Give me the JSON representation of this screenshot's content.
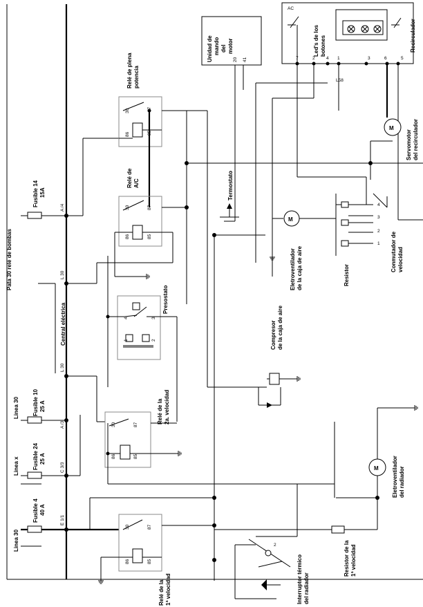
{
  "labels": {
    "pata30": "Pata 30 relé de bombas",
    "linea30_top": "Linea 30",
    "linea30_bottom": "Linea 30",
    "linea_x": "Linea x",
    "fusible14": [
      "Fusible 14",
      "15A"
    ],
    "fusible10": [
      "Fusible 10",
      "25 A"
    ],
    "fusible24": [
      "Fusible 24",
      "25 A"
    ],
    "fusible4": [
      "Fusible 4",
      "40 A"
    ],
    "central": "Central eléctrica",
    "rele_plena": [
      "Relé de plena",
      "potencia"
    ],
    "rele_ac": [
      "Relé de",
      "A/C"
    ],
    "presostato": "Presostato",
    "rele_2a": [
      "Relé de la",
      "2a. velocidad"
    ],
    "rele_1a": [
      "Relé de la",
      "1ª velocidad"
    ],
    "unidad": [
      "Unidad de",
      "mando",
      "del",
      "motor"
    ],
    "termostato": "Termostato",
    "leds": [
      "Led's de los",
      "botones"
    ],
    "recirculador": "Recirculador",
    "servomotor": [
      "Servomotor",
      "del recirculador"
    ],
    "eletroventilador_caja": [
      "Eletroventilador",
      "de la caja de aire"
    ],
    "resistor": "Resistor",
    "conmutador": [
      "Conmutador de",
      "velocidad"
    ],
    "compresor": [
      "Compresor",
      "de la caja de aire"
    ],
    "eletroventilador_rad": [
      "Eletroventilador",
      "del radiador"
    ],
    "resistor_1a": [
      "Resistor de la",
      "1ª velocidad"
    ],
    "interruptor": [
      "Interruptor térmico",
      "del radiador"
    ],
    "ac": "AC",
    "l58": "L58",
    "motor_symbol": "M",
    "pins": {
      "a4": "A /4",
      "l30a": "L 30",
      "l30b": "L 30",
      "a3": "A /3",
      "c33": "C 3/3",
      "e11": "E 1/1",
      "p30": "30",
      "p87": "87",
      "p86": "86",
      "p85": "85",
      "u20": "20",
      "u41": "41",
      "c7": "7",
      "c2": "2",
      "c4": "4",
      "c1": "1",
      "c3": "3",
      "c6": "6",
      "c5": "5",
      "s4": "4",
      "s3": "3",
      "s2": "2",
      "s1": "1",
      "pr4": "4",
      "pr3": "3",
      "pr1": "1",
      "pr2": "2",
      "it2": "2"
    }
  }
}
